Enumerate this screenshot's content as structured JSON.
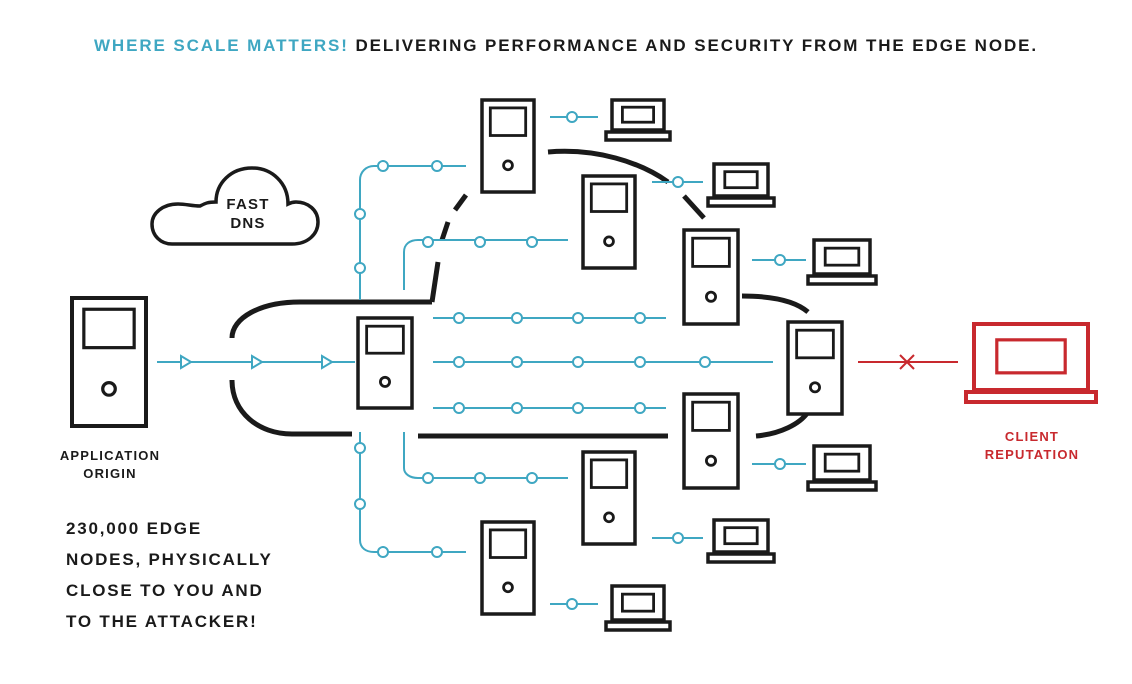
{
  "title": {
    "highlight": "WHERE SCALE MATTERS!",
    "rest": " DELIVERING PERFORMANCE AND SECURITY FROM THE EDGE NODE."
  },
  "labels": {
    "fast_dns": [
      "FAST",
      "DNS"
    ],
    "application_origin": [
      "APPLICATION",
      "ORIGIN"
    ],
    "client_reputation": [
      "CLIENT",
      "REPUTATION"
    ]
  },
  "note": [
    "230,000 EDGE",
    "NODES, PHYSICALLY",
    "CLOSE TO YOU AND",
    "TO THE ATTACKER!"
  ],
  "colors": {
    "accent": "#3fa7c2",
    "dark": "#1a1a1a",
    "alert": "#c8292e"
  },
  "icons": [
    "cloud-icon",
    "server-icon",
    "laptop-icon",
    "arrow-icon",
    "blocked-x-icon"
  ]
}
